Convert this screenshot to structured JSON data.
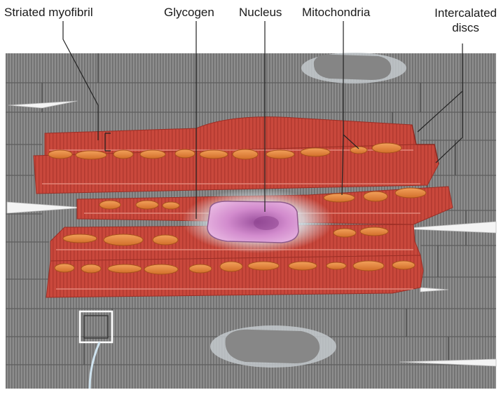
{
  "labels": {
    "striated_myofibril": "Striated myofibril",
    "glycogen": "Glycogen",
    "nucleus": "Nucleus",
    "mitochondria": "Mitochondria",
    "intercalated_discs_line1": "Intercalated",
    "intercalated_discs_line2": "discs"
  },
  "colors": {
    "muscle_red": "#c9483c",
    "mitochondria_orange": "#e0823a",
    "nucleus_pink": "#c77cc0",
    "background_grey": "#8a8a8a",
    "glycogen_glow": "#e8eef2"
  }
}
